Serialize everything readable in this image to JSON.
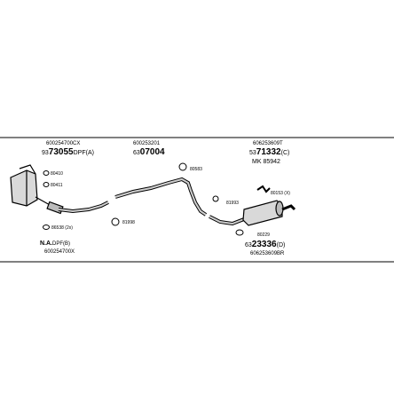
{
  "diagram": {
    "labels": {
      "p1_top": "600254700CX",
      "p1_prefix": "93",
      "p1_big": "73055",
      "p1_suffix": "DPF(A)",
      "p2_top": "600253201",
      "p2_prefix": "63",
      "p2_big": "07004",
      "p3_top": "606253609T",
      "p3_prefix": "53",
      "p3_big": "71332",
      "p3_suffix": "(C)",
      "p3_mk": "MK  85942",
      "c_80410": "80410",
      "c_80411": "80411",
      "c_80583": "80583",
      "c_80153": "80153  (X)",
      "c_81993": "81993",
      "c_81998": "81998",
      "c_86538": "86538 (2x)",
      "c_80229": "80229",
      "bl_na": "N.A.",
      "bl_dpf": "DPF(B)",
      "bl_sub": "600254700X",
      "br_prefix": "63",
      "br_big": "23336",
      "br_suffix": "(D)",
      "br_sub": "606253609BR"
    }
  }
}
